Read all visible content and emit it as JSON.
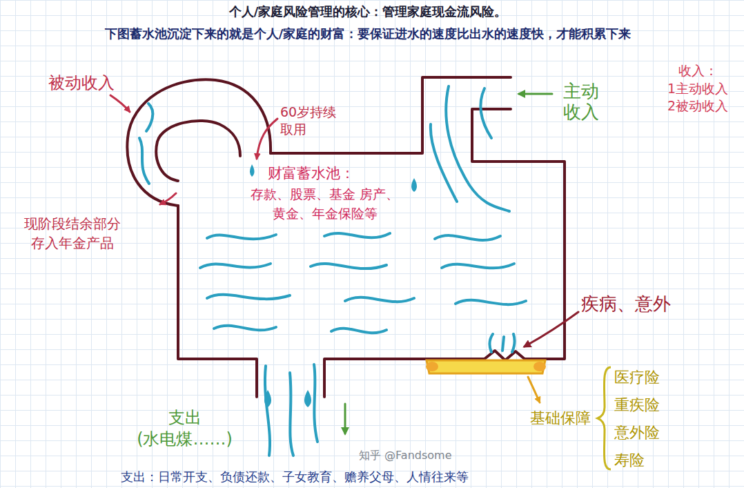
{
  "diagram": {
    "title": "个人/家庭风险管理的核心：管理家庭现金流风险。",
    "nodes": [
      {
        "text": [
          "财富蓄水池：",
          "存款、股票、基金 房产、黄金、年金保险等"
        ]
      }
    ],
    "labels": [
      "下图蓄水池沉淀下来的就是个人/家庭的财富：要保证进水的速度比出水的速度快，才能积累下来",
      "被动收入",
      "60岁持续 取用",
      "现阶段结余部分 存入年金产品",
      "主动 收入",
      "收入： 1主动收入 2被动收入",
      "疾病、意外",
      "支出 (水电煤……)",
      "基础保障",
      "医疗险",
      "重疾险",
      "意外险",
      "寿险",
      "支出：日常开支、负债还款、子女教育、赡养父母、人情往来等",
      "知乎 @Fandsome"
    ]
  }
}
